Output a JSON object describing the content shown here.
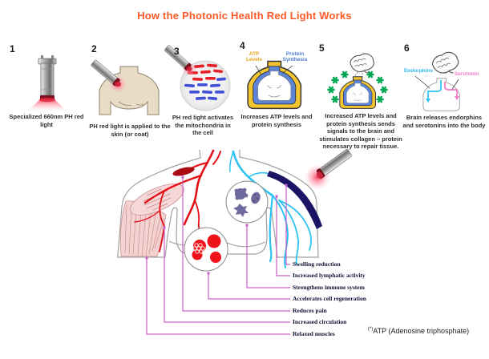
{
  "title": "How the Photonic Health Red Light Works",
  "steps": [
    {
      "number": "1",
      "caption": "Specialized 660nm PH red light"
    },
    {
      "number": "2",
      "caption": "PH red light is applied to the skin (or coat)"
    },
    {
      "number": "3",
      "caption": "PH red light activates the mitochondria in the cell"
    },
    {
      "number": "4",
      "caption": "Increases ATP levels and protein synthesis",
      "labels": {
        "atp": "ATP Levels",
        "protein": "Protein Synthesis"
      }
    },
    {
      "number": "5",
      "caption": "Increased ATP levels and protein synthesis sends signals to the brain and stimulates collagen – protein necessary to repair tissue."
    },
    {
      "number": "6",
      "caption": "Brain releases endorphins and serotonins into the body",
      "labels": {
        "endorphins": "Endorphins",
        "serotonin": "Serotonin"
      }
    }
  ],
  "benefits": [
    "Swelling reduction",
    "Increased lymphatic activity",
    "Strengthens immune system",
    "Accelerates cell regeneration",
    "Reduces pain",
    "Increased circulation",
    "Relaxed muscles"
  ],
  "footnote": {
    "sup": "(*)",
    "text": "ATP (Adenosine triphosphate)"
  },
  "colors": {
    "title_orange": "#fd5a28",
    "leader_magenta": "#c95fc9",
    "lymph_cyan": "#2cc3f2",
    "artery_red": "#e41018",
    "navy_band": "#1b1464",
    "atp_yellow": "#f2c430",
    "protein_blue": "#5c85d6",
    "collagen_green": "#00a651",
    "serotonin_pink": "#f478c8"
  }
}
